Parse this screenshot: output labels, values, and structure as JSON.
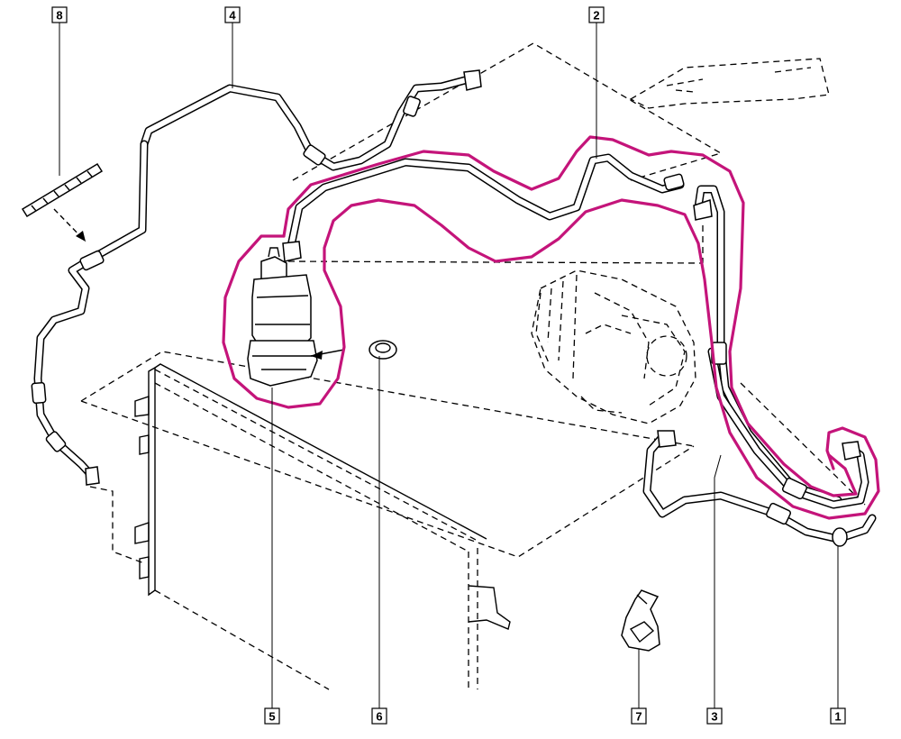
{
  "callouts": [
    {
      "id": "1",
      "label": "1"
    },
    {
      "id": "2",
      "label": "2"
    },
    {
      "id": "3",
      "label": "3"
    },
    {
      "id": "4",
      "label": "4"
    },
    {
      "id": "5",
      "label": "5"
    },
    {
      "id": "6",
      "label": "6"
    },
    {
      "id": "7",
      "label": "7"
    },
    {
      "id": "8",
      "label": "8"
    }
  ],
  "colors": {
    "highlight": "#c4147a",
    "line": "#000000",
    "background": "#ffffff"
  }
}
